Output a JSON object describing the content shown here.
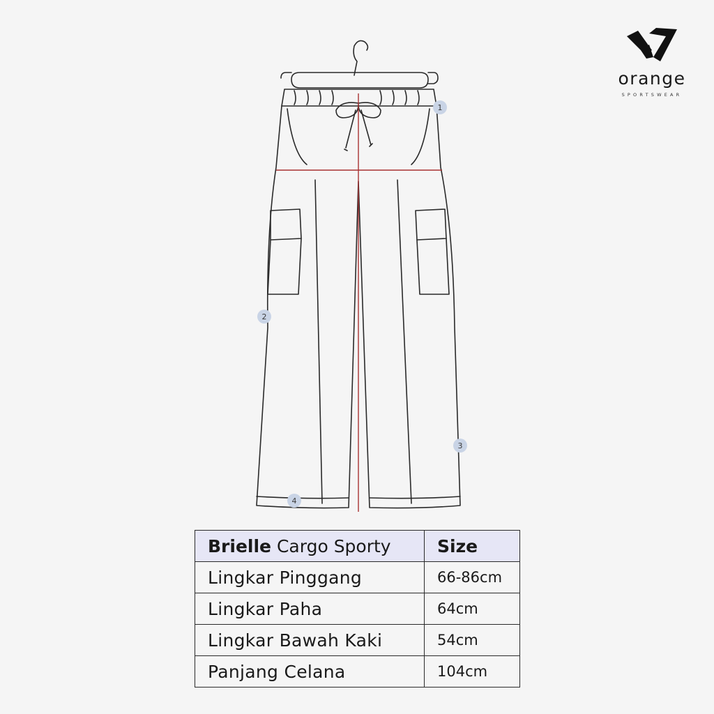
{
  "brand": {
    "name": "orange",
    "tagline": "SPORTSWEAR"
  },
  "markers": [
    "1",
    "2",
    "3",
    "4"
  ],
  "table": {
    "header": {
      "product_bold": "Brielle",
      "product_rest": " Cargo Sporty",
      "size_label": "Size"
    },
    "rows": [
      {
        "label": "Lingkar Pinggang",
        "value": "66-86cm"
      },
      {
        "label": "Lingkar Paha",
        "value": "64cm"
      },
      {
        "label": "Lingkar Bawah Kaki",
        "value": "54cm"
      },
      {
        "label": "Panjang Celana",
        "value": "104cm"
      }
    ]
  },
  "colors": {
    "background": "#f5f5f5",
    "measure_line": "#a83232",
    "marker_fill": "#c9d4e6",
    "table_header": "#e6e6f6"
  }
}
